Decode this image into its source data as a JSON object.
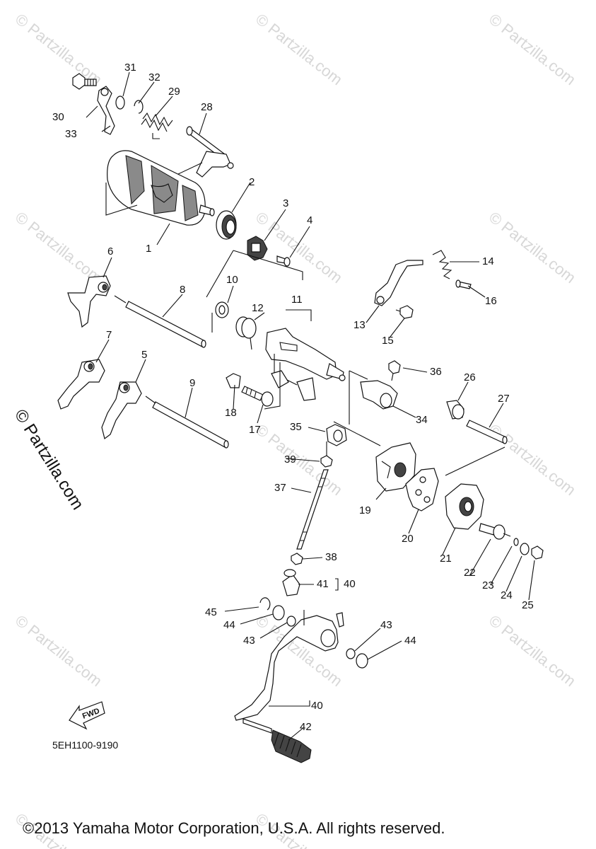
{
  "watermark": {
    "text": "© Partzilla.com"
  },
  "side_watermark": {
    "text": "© Partzilla.com"
  },
  "diagram_code": "5EH1100-9190",
  "fwd_label": "FWD",
  "copyright": "©2013 Yamaha Motor Corporation, U.S.A. All rights reserved.",
  "callouts": {
    "c1": "1",
    "c2": "2",
    "c3": "3",
    "c4": "4",
    "c5": "5",
    "c6": "6",
    "c7": "7",
    "c8": "8",
    "c9": "9",
    "c10": "10",
    "c11": "11",
    "c12": "12",
    "c13": "13",
    "c14": "14",
    "c15": "15",
    "c16": "16",
    "c17": "17",
    "c18": "18",
    "c19": "19",
    "c20": "20",
    "c21": "21",
    "c22": "22",
    "c23": "23",
    "c24": "24",
    "c25": "25",
    "c26": "26",
    "c27": "27",
    "c28": "28",
    "c29": "29",
    "c30": "30",
    "c31": "31",
    "c32": "32",
    "c33": "33",
    "c34": "34",
    "c35": "35",
    "c36": "36",
    "c37": "37",
    "c38": "38",
    "c39": "39",
    "c40a": "40",
    "c40b": "40",
    "c41": "41",
    "c42": "42",
    "c43a": "43",
    "c43b": "43",
    "c44a": "44",
    "c44b": "44",
    "c45": "45"
  }
}
